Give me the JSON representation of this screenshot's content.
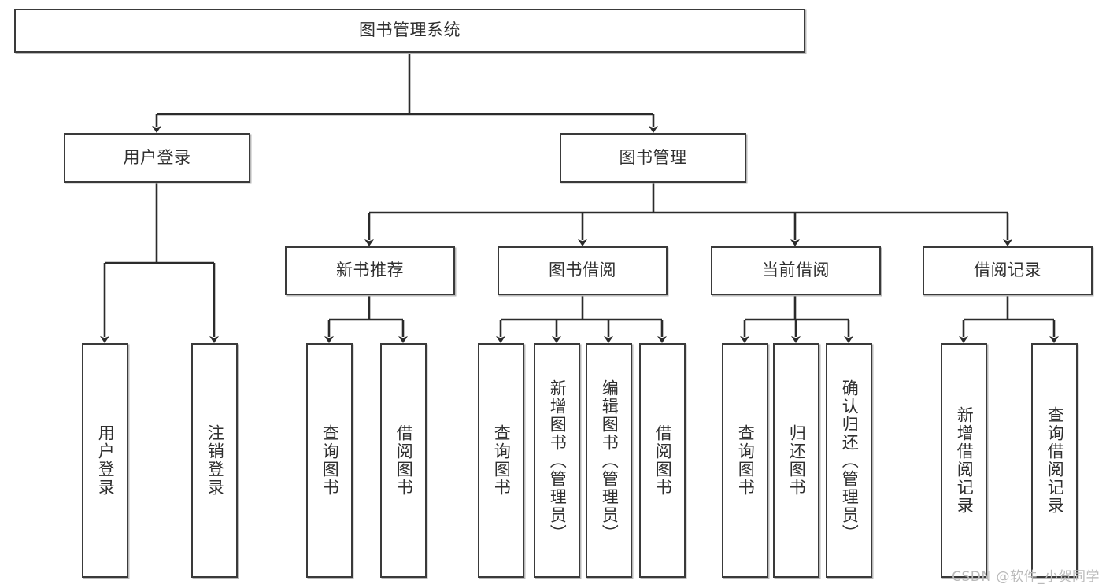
{
  "diagram": {
    "title": "图书管理系统",
    "type": "tree",
    "orientation": "top-down",
    "levels": 4,
    "root": {
      "id": "root",
      "label": "图书管理系统",
      "text_orientation": "horizontal"
    },
    "level2": [
      {
        "id": "user-login",
        "label": "用户登录",
        "text_orientation": "horizontal"
      },
      {
        "id": "book-management",
        "label": "图书管理",
        "text_orientation": "horizontal"
      }
    ],
    "level3": [
      {
        "id": "new-book-recommend",
        "label": "新书推荐",
        "parent": "book-management",
        "text_orientation": "horizontal"
      },
      {
        "id": "book-borrow",
        "label": "图书借阅",
        "parent": "book-management",
        "text_orientation": "horizontal"
      },
      {
        "id": "current-borrow",
        "label": "当前借阅",
        "parent": "book-management",
        "text_orientation": "horizontal"
      },
      {
        "id": "borrow-record",
        "label": "借阅记录",
        "parent": "book-management",
        "text_orientation": "horizontal"
      }
    ],
    "leaves": [
      {
        "id": "leaf-user-login",
        "label": "用户登录",
        "parent": "user-login",
        "text_orientation": "vertical"
      },
      {
        "id": "leaf-logout",
        "label": "注销登录",
        "parent": "user-login",
        "text_orientation": "vertical"
      },
      {
        "id": "leaf-query-book-1",
        "label": "查询图书",
        "parent": "new-book-recommend",
        "text_orientation": "vertical"
      },
      {
        "id": "leaf-borrow-book-1",
        "label": "借阅图书",
        "parent": "new-book-recommend",
        "text_orientation": "vertical"
      },
      {
        "id": "leaf-query-book-2",
        "label": "查询图书",
        "parent": "book-borrow",
        "text_orientation": "vertical"
      },
      {
        "id": "leaf-add-book",
        "label": "新增图书（管理员）",
        "parent": "book-borrow",
        "text_orientation": "vertical"
      },
      {
        "id": "leaf-edit-book",
        "label": "编辑图书（管理员）",
        "parent": "book-borrow",
        "text_orientation": "vertical"
      },
      {
        "id": "leaf-borrow-book-2",
        "label": "借阅图书",
        "parent": "book-borrow",
        "text_orientation": "vertical"
      },
      {
        "id": "leaf-query-book-3",
        "label": "查询图书",
        "parent": "current-borrow",
        "text_orientation": "vertical"
      },
      {
        "id": "leaf-return-book",
        "label": "归还图书",
        "parent": "current-borrow",
        "text_orientation": "vertical"
      },
      {
        "id": "leaf-confirm-return",
        "label": "确认归还（管理员）",
        "parent": "current-borrow",
        "text_orientation": "vertical"
      },
      {
        "id": "leaf-add-record",
        "label": "新增借阅记录",
        "parent": "borrow-record",
        "text_orientation": "vertical"
      },
      {
        "id": "leaf-query-record",
        "label": "查询借阅记录",
        "parent": "borrow-record",
        "text_orientation": "vertical"
      }
    ]
  },
  "watermark": {
    "text": "CSDN @软件_小贺同学"
  },
  "colors": {
    "background": "#ffffff",
    "box_fill": "#ffffff",
    "box_border": "#3a3a3a",
    "box_shadow": "#b8b8b8",
    "connector": "#2b2b2b",
    "text": "#2f2f2f",
    "watermark": "#b9b9b9"
  }
}
